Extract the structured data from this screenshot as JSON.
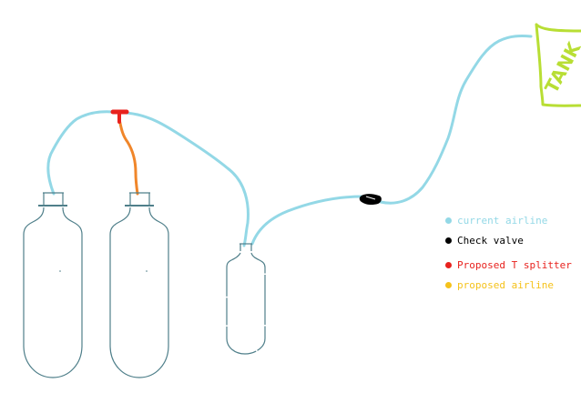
{
  "colors": {
    "current_airline": "#93d8e6",
    "check_valve": "#000000",
    "proposed_t_splitter": "#e8221e",
    "proposed_airline": "#f5c21b",
    "proposed_airline_drawn": "#f0862a",
    "tank": "#b8de34",
    "cylinder_outline": "#4f7f8a",
    "background": "#ffffff"
  },
  "tank": {
    "label": "TANK"
  },
  "legend": {
    "items": [
      {
        "id": "current",
        "label": "current airline",
        "color": "#93d8e6",
        "icon": "dot"
      },
      {
        "id": "check",
        "label": "Check valve",
        "color": "#000000",
        "icon": "dot"
      },
      {
        "id": "tsplit",
        "label": "Proposed T splitter",
        "color": "#e8221e",
        "icon": "dot"
      },
      {
        "id": "proposed",
        "label": "proposed airline",
        "color": "#f5c21b",
        "icon": "dot"
      }
    ]
  }
}
